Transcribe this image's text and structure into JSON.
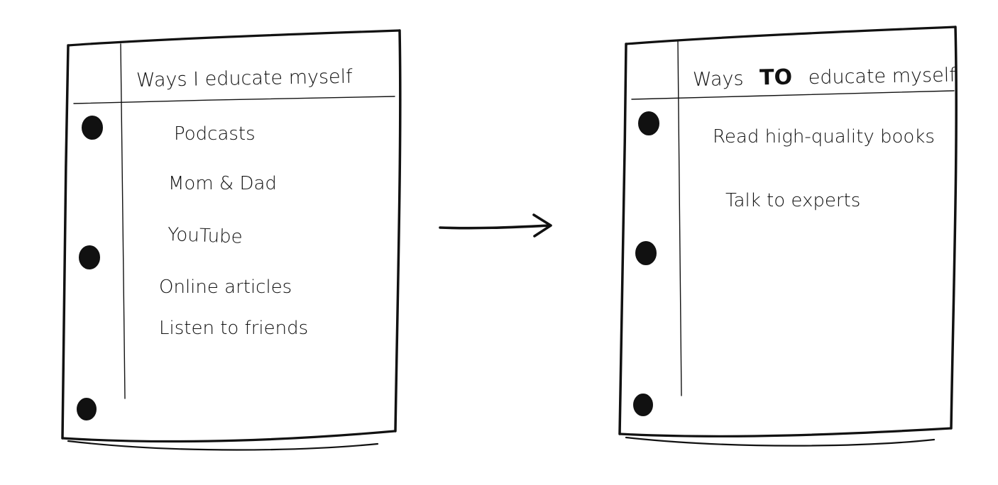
{
  "left_page": {
    "title": "Ways I educate myself",
    "items": [
      "Podcasts",
      "Mom & Dad",
      "YouTube",
      "Online articles",
      "Listen to friends"
    ]
  },
  "right_page": {
    "title_prefix": "Ways",
    "title_emphasis": "TO",
    "title_suffix": "educate myself",
    "items": [
      "Read high-quality books",
      "Talk to experts"
    ]
  },
  "colors": {
    "ink": "#111111",
    "paper": "#ffffff"
  },
  "icons": {
    "connector": "right-arrow-icon",
    "binder_hole": "binder-hole-icon"
  }
}
